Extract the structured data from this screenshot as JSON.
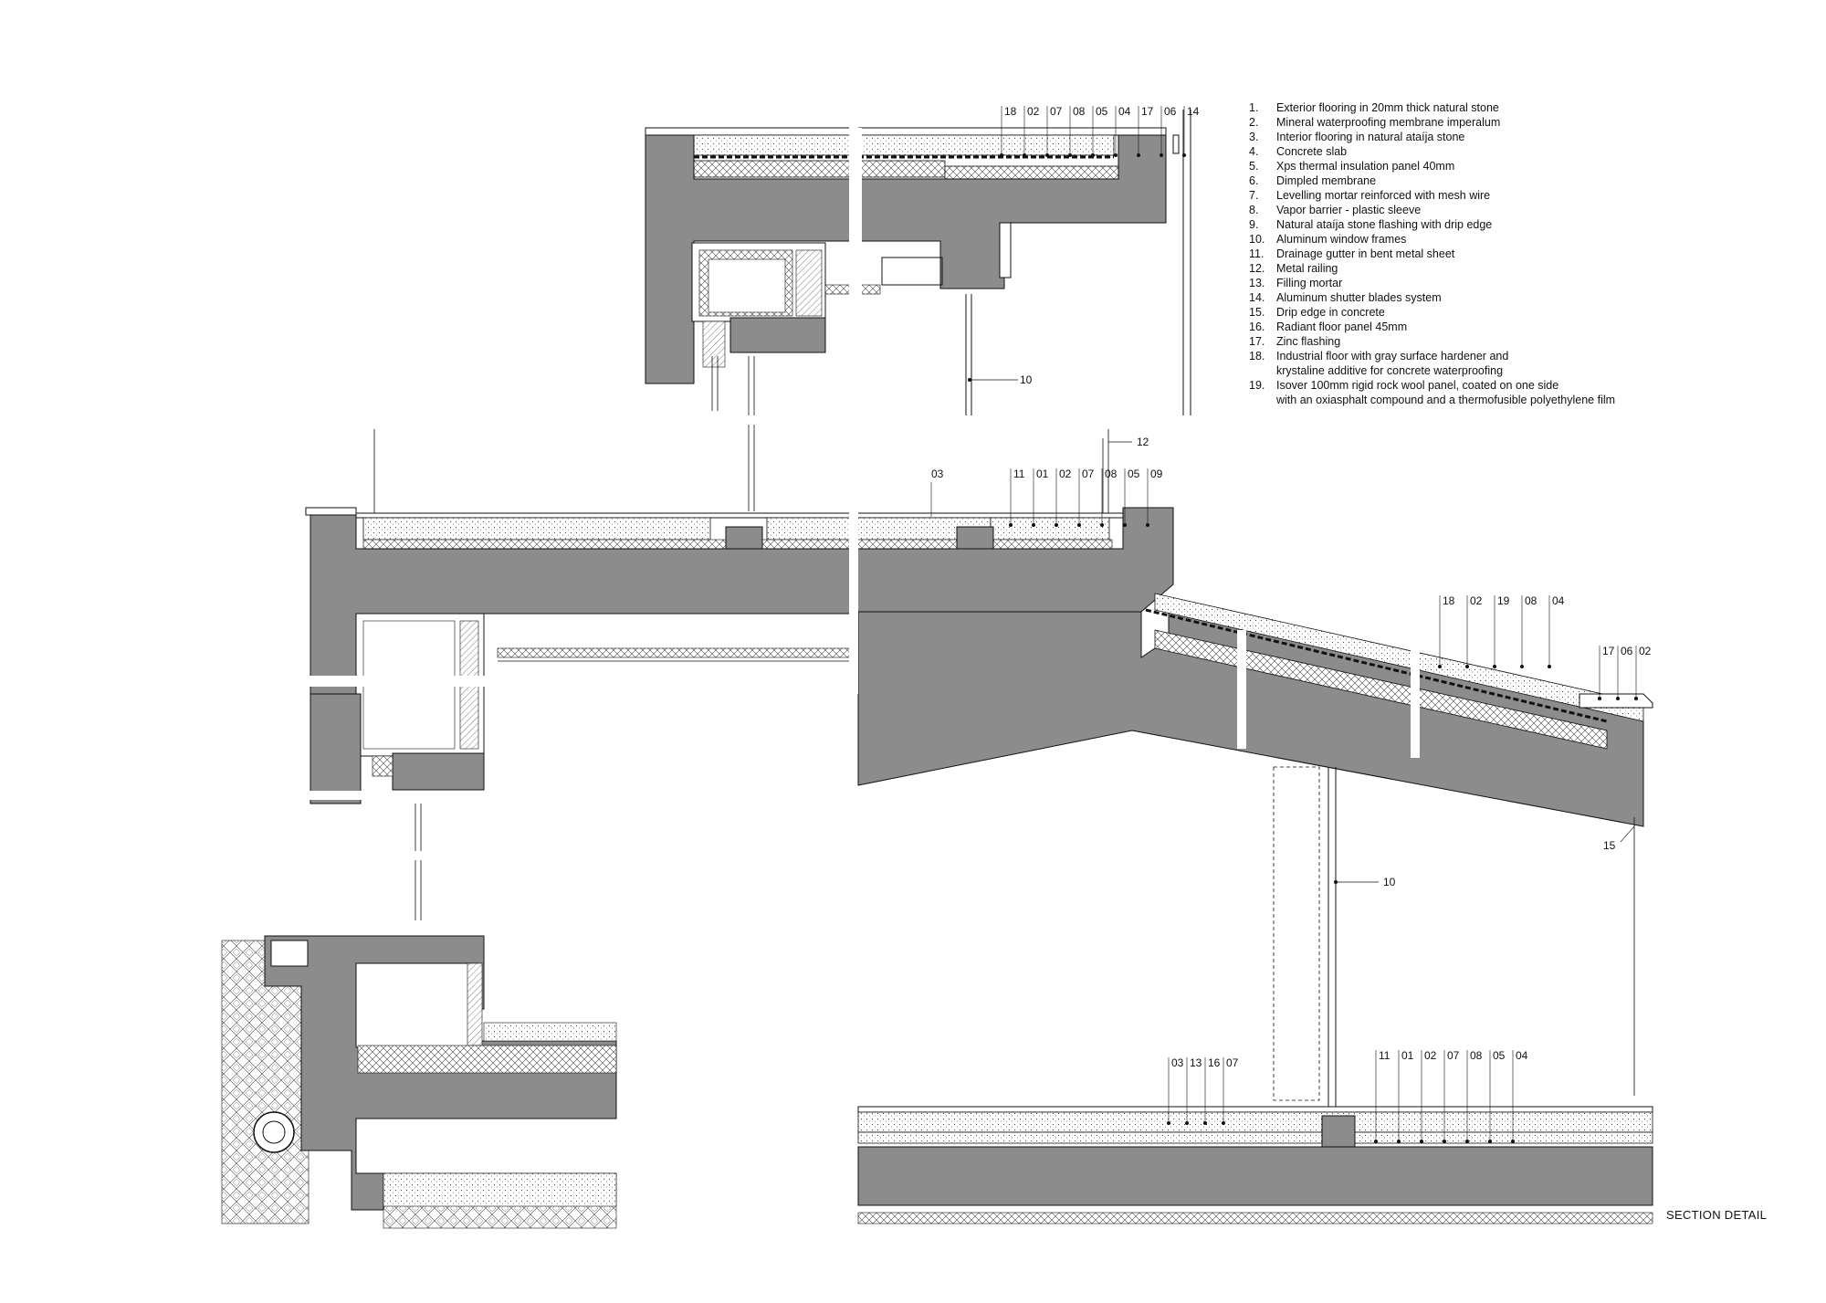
{
  "legend": [
    {
      "num": "1.",
      "text": "Exterior flooring in 20mm thick natural stone"
    },
    {
      "num": "2.",
      "text": "Mineral waterproofing membrane imperalum"
    },
    {
      "num": "3.",
      "text": "Interior flooring in natural ataíja stone"
    },
    {
      "num": "4.",
      "text": "Concrete slab"
    },
    {
      "num": "5.",
      "text": "Xps thermal insulation panel 40mm"
    },
    {
      "num": "6.",
      "text": "Dimpled membrane"
    },
    {
      "num": "7.",
      "text": "Levelling mortar reinforced with mesh wire"
    },
    {
      "num": "8.",
      "text": "Vapor barrier - plastic sleeve"
    },
    {
      "num": "9.",
      "text": "Natural ataíja stone flashing with drip edge"
    },
    {
      "num": "10.",
      "text": "Aluminum window frames"
    },
    {
      "num": "11.",
      "text": "Drainage gutter in bent metal sheet"
    },
    {
      "num": "12.",
      "text": "Metal railing"
    },
    {
      "num": "13.",
      "text": "Filling mortar"
    },
    {
      "num": "14.",
      "text": "Aluminum shutter blades system"
    },
    {
      "num": "15.",
      "text": "Drip edge in concrete"
    },
    {
      "num": "16.",
      "text": "Radiant floor panel 45mm"
    },
    {
      "num": "17.",
      "text": "Zinc flashing"
    },
    {
      "num": "18.",
      "text": "Industrial floor with gray surface hardener and\nkrystaline additive for concrete waterproofing"
    },
    {
      "num": "19.",
      "text": "Isover 100mm rigid rock wool panel, coated on one side\nwith an oxiasphalt compound and a thermofusible polyethylene film"
    }
  ],
  "title": "SECTION DETAIL",
  "callouts": {
    "top_roof": [
      "18",
      "02",
      "07",
      "08",
      "05",
      "04",
      "17",
      "06",
      "14"
    ],
    "window_top": "10",
    "railing": "12",
    "terrace_left": "03",
    "terrace_right": [
      "11",
      "01",
      "02",
      "07",
      "08",
      "05",
      "09"
    ],
    "slope_roof": [
      "18",
      "02",
      "19",
      "08",
      "04"
    ],
    "slope_edge": [
      "17",
      "06",
      "02"
    ],
    "drip": "15",
    "window_bottom": "10",
    "ground_left": [
      "03",
      "13",
      "16",
      "07"
    ],
    "ground_right": [
      "11",
      "01",
      "02",
      "07",
      "08",
      "05",
      "04"
    ]
  },
  "colors": {
    "concrete": "#8c8c8c",
    "line": "#111111",
    "insulation": "#ffffff"
  }
}
